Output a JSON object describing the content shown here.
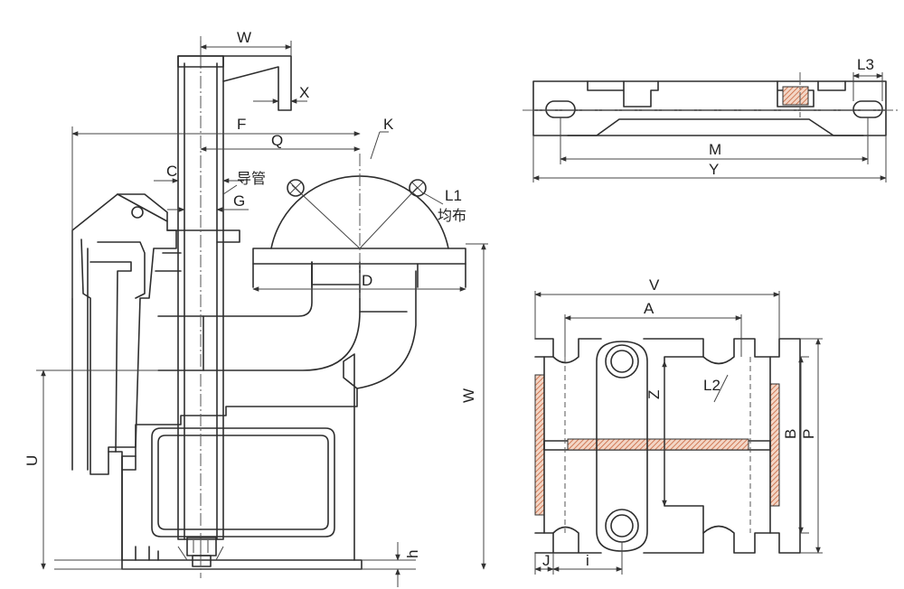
{
  "labels": {
    "W_top": "W",
    "X": "X",
    "F": "F",
    "Q": "Q",
    "K": "K",
    "C": "C",
    "guide_pipe": "导管",
    "G": "G",
    "L1": "L1",
    "evenly": "均布",
    "D": "D",
    "W_side": "W",
    "U": "U",
    "h": "h",
    "L3": "L3",
    "M": "M",
    "Y": "Y",
    "V": "V",
    "A": "A",
    "L2": "L2",
    "Z": "Z",
    "B": "B",
    "P": "P",
    "J": "J",
    "i": "i"
  },
  "colors": {
    "line": "#2e2e2e",
    "hatch": "#c8643c",
    "background": "#ffffff"
  }
}
